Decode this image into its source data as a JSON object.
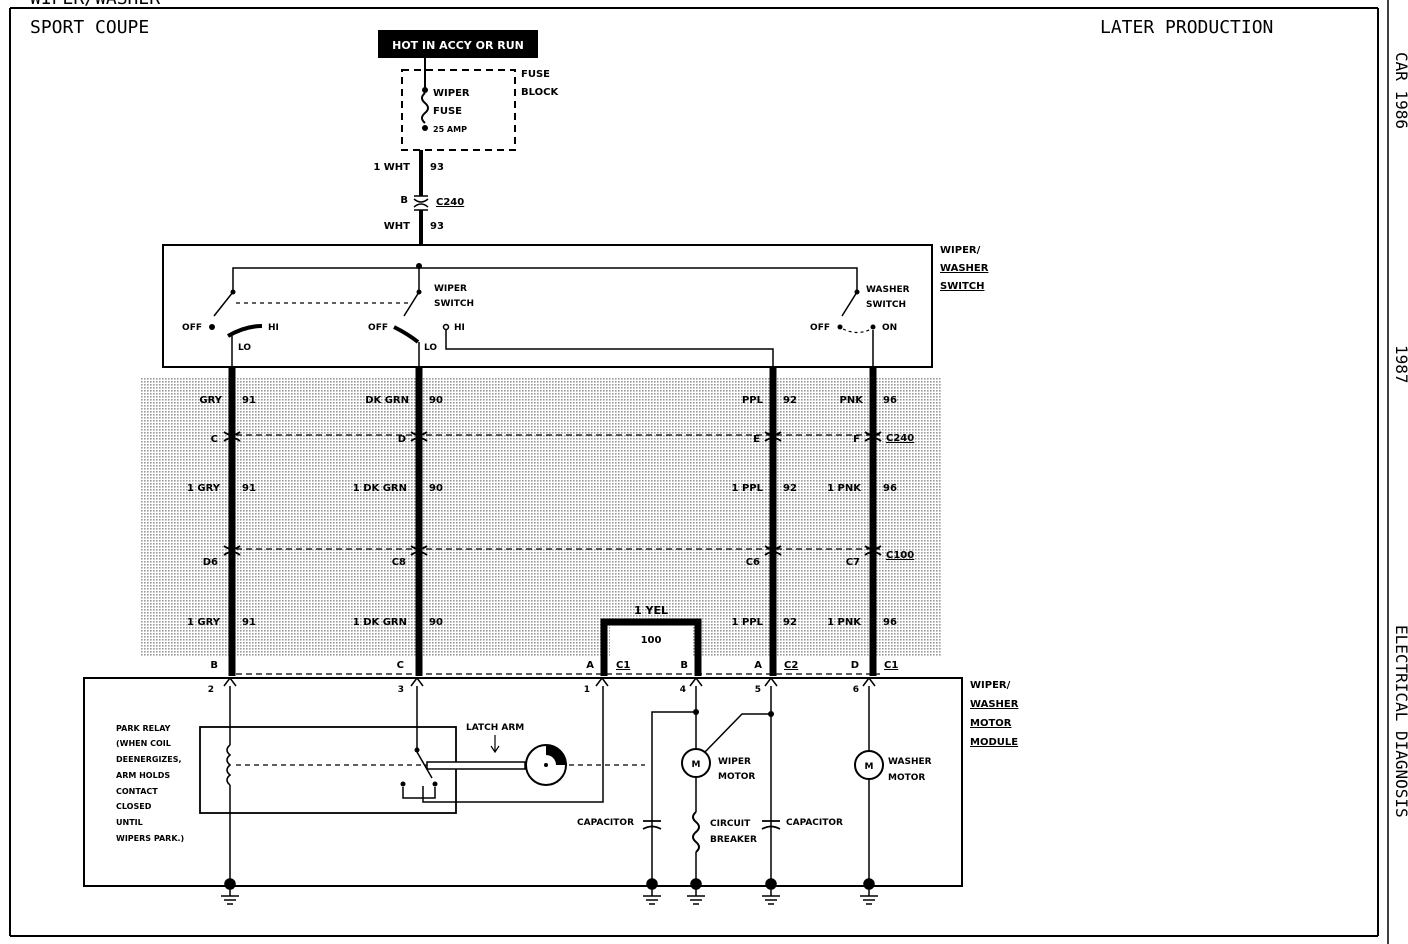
{
  "header": {
    "cropped_title": "WIPER/WASHER",
    "subtitle_left": "SPORT COUPE",
    "subtitle_right": "LATER PRODUCTION",
    "side_text_top": "CAR 1986",
    "side_text_mid": "1987",
    "side_text_bottom": "ELECTRICAL DIAGNOSIS"
  },
  "power": {
    "hot_label": "HOT IN ACCY OR RUN",
    "fuse_block_label_1": "FUSE",
    "fuse_block_label_2": "BLOCK",
    "fuse_name_1": "WIPER",
    "fuse_name_2": "FUSE",
    "fuse_rating": "25 AMP"
  },
  "feed": {
    "wire_upper": "1 WHT",
    "circuit_upper": "93",
    "conn_pin": "B",
    "conn_name": "C240",
    "wire_lower": "WHT",
    "circuit_lower": "93"
  },
  "switch": {
    "title_1": "WIPER/",
    "title_2": "WASHER",
    "title_3": "SWITCH",
    "wiper_switch_1": "WIPER",
    "wiper_switch_2": "SWITCH",
    "washer_switch_1": "WASHER",
    "washer_switch_2": "SWITCH",
    "off": "OFF",
    "hi": "HI",
    "lo": "LO",
    "on": "ON"
  },
  "wires": {
    "w1_color": "GRY",
    "w1_circuit": "91",
    "w2_color": "DK GRN",
    "w2_circuit": "90",
    "w3_color": "PPL",
    "w3_circuit": "92",
    "w4_color": "PNK",
    "w4_circuit": "96",
    "c240_pin_1": "C",
    "c240_pin_2": "D",
    "c240_pin_3": "E",
    "c240_pin_4": "F",
    "c240_name": "C240",
    "mid_1": "1 GRY",
    "mid_2": "1 DK GRN",
    "mid_3": "1 PPL",
    "mid_4": "1 PNK",
    "c100_pin_1": "D6",
    "c100_pin_2": "C8",
    "c100_pin_3": "C6",
    "c100_pin_4": "C7",
    "c100_name": "C100",
    "low_1": "1 GRY",
    "low_2": "1 DK GRN",
    "low_3": "1 PPL",
    "low_4": "1 PNK",
    "jumper_wire": "1 YEL",
    "jumper_circuit": "100"
  },
  "module": {
    "title_1": "WIPER/",
    "title_2": "WASHER",
    "title_3": "MOTOR",
    "title_4": "MODULE",
    "conn_pin_1": "B",
    "conn_pin_2": "C",
    "conn_pin_3": "A",
    "conn_pin_4": "B",
    "conn_pin_5": "A",
    "conn_pin_6": "D",
    "conn_c1": "C1",
    "conn_c2": "C2",
    "conn_c1b": "C1",
    "term_1": "2",
    "term_2": "3",
    "term_3": "1",
    "term_4": "4",
    "term_5": "5",
    "term_6": "6",
    "park_relay": [
      "PARK RELAY",
      "(WHEN COIL",
      "DEENERGIZES,",
      "ARM HOLDS",
      "CONTACT",
      "CLOSED",
      "UNTIL",
      "WIPERS PARK.)"
    ],
    "latch_arm": "LATCH ARM",
    "wiper_motor_1": "WIPER",
    "wiper_motor_2": "MOTOR",
    "washer_motor_1": "WASHER",
    "washer_motor_2": "MOTOR",
    "capacitor_left": "CAPACITOR",
    "capacitor_right": "CAPACITOR",
    "circuit_breaker_1": "CIRCUIT",
    "circuit_breaker_2": "BREAKER",
    "motor_symbol": "M"
  }
}
